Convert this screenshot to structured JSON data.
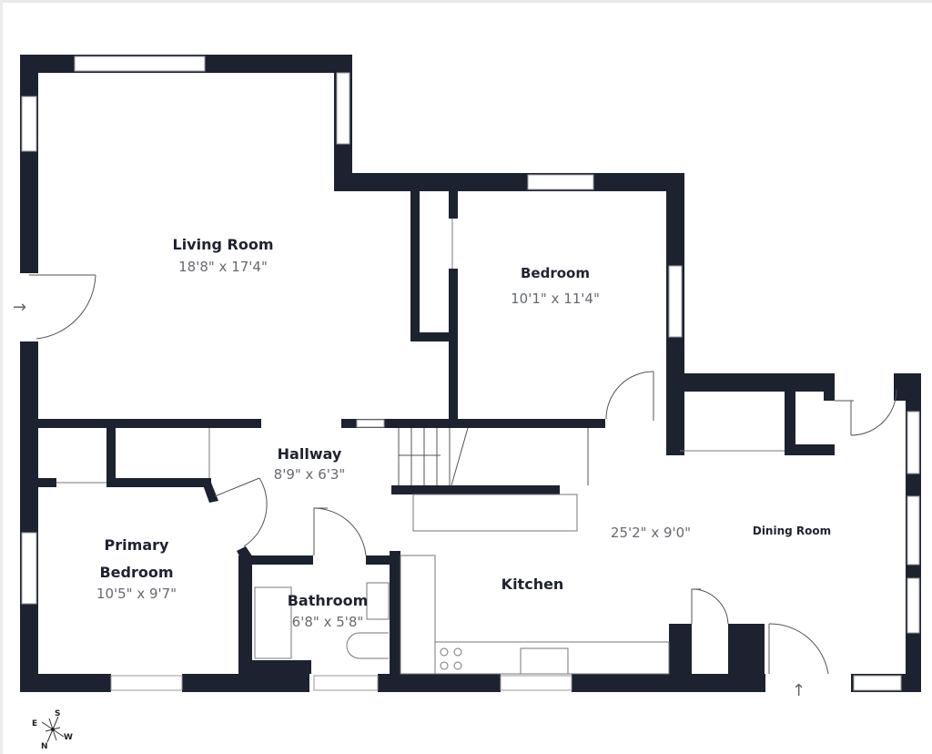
{
  "floorplan": {
    "wall_color": "#1c2230",
    "window_color": "#ffffff",
    "background": "#ffffff",
    "rooms": [
      {
        "name": "Living Room",
        "dimensions": "18'8\" x 17'4\""
      },
      {
        "name": "Bedroom",
        "dimensions": "10'1\" x 11'4\""
      },
      {
        "name": "Hallway",
        "dimensions": "8'9\" x 6'3\""
      },
      {
        "name_line1": "Primary",
        "name_line2": "Bedroom",
        "dimensions": "10'5\" x 9'7\""
      },
      {
        "name": "Bathroom",
        "dimensions": "6'8\" x 5'8\""
      },
      {
        "name": "Kitchen"
      },
      {
        "dimensions": "25'2\" x 9'0\""
      },
      {
        "name": "Dining Room"
      }
    ],
    "entrances": [
      {
        "icon": "entry-arrow-right-icon",
        "glyph": "→"
      },
      {
        "icon": "entry-arrow-up-icon",
        "glyph": "↑"
      }
    ],
    "compass": {
      "N": "N",
      "S": "S",
      "E": "E",
      "W": "W"
    }
  }
}
